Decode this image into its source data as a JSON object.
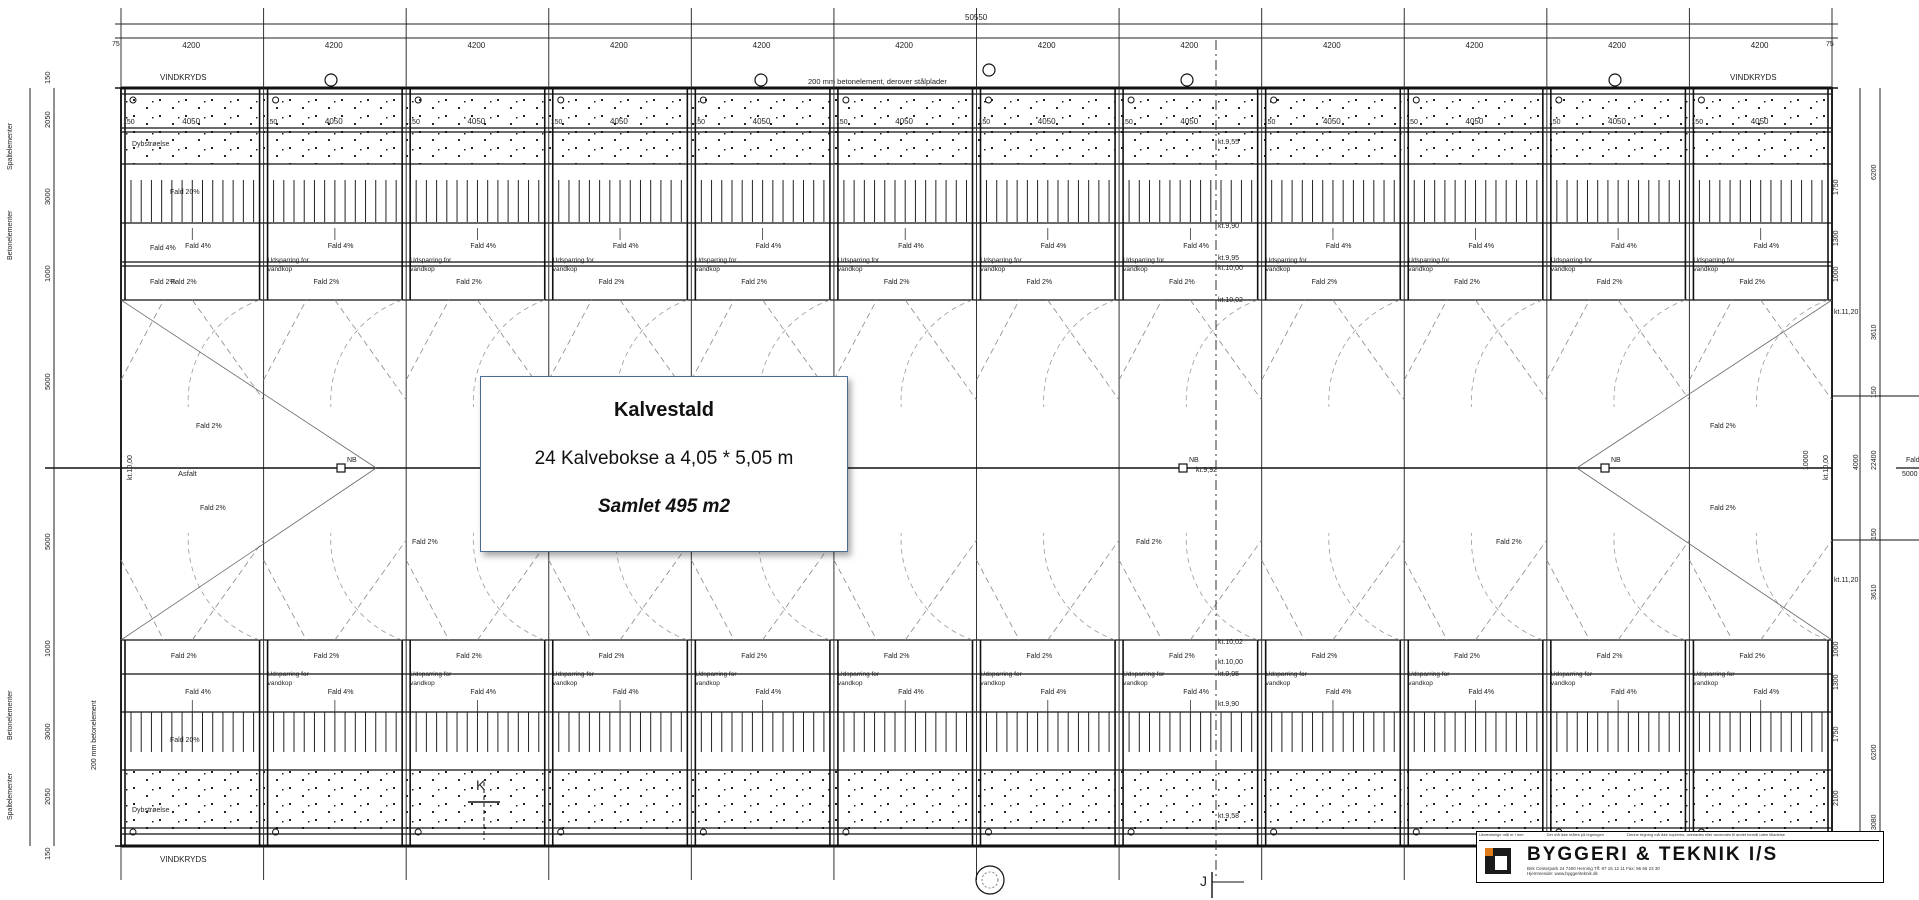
{
  "drawing": {
    "total_dimension": "50550",
    "edge_dimension": "75",
    "bay_dimension": "4200",
    "box_dimension": "4050",
    "post_dimension": "150",
    "wind_brace_label": "VINDKRYDS",
    "top_element_note": "200 mm betonelement, derover stålplader",
    "left_dims": [
      "150",
      "2050",
      "3000",
      "1000",
      "5000",
      "5000",
      "1000",
      "3000",
      "2050",
      "150"
    ],
    "left_labels": [
      "Spaltelementer",
      "Betonelementer",
      "200 mm betonelement",
      "Betonelementer",
      "Spaltelementer"
    ],
    "right_dims": [
      "6200",
      "1750",
      "1300",
      "1000",
      "3610",
      "150",
      "4000",
      "22400",
      "10000",
      "150",
      "3610",
      "1000",
      "1300",
      "1750",
      "2100",
      "6200",
      "3080"
    ],
    "fall_4": "Fald 4%",
    "fall_2": "Fald 2%",
    "fall_20": "Fald 20%",
    "water_cup_label": "Udsparring for vandkop",
    "dyb_label": "Dybstrøelse",
    "asphalt_label": "Asfalt",
    "nb_label": "NB",
    "right_note": "Fald",
    "right_value": "5000",
    "elevations_top": [
      "kt.9,55",
      "kt.9,90",
      "kt.9,95",
      "kt.10,00",
      "kt.10,02"
    ],
    "elevations_bottom": [
      "kt.10,02",
      "kt.10,00",
      "kt.9,95",
      "kt.9,90",
      "kt.9,58"
    ],
    "elevations_mid": [
      "kt.9,92",
      "kt.10,00",
      "kt.10,00",
      "kt.11,20",
      "kt.11,20"
    ],
    "section_marker_k": "K",
    "section_marker_j": "J"
  },
  "callout": {
    "title": "Kalvestald",
    "line": "24 Kalvebokse a 4,05 * 5,05 m",
    "area": "Samlet 495 m2"
  },
  "title_block": {
    "company": "BYGGERI & TEKNIK I/S",
    "header_notes": [
      "Ukrænkelige mål er i mm",
      "Der må ikke måles på tegningen",
      "Denne tegning må ikke kopieres, overlades eller anvendes til andet formål uden tilladelse"
    ],
    "address_line": "Birk Centerpark 24  7400 Herning   Tlf: 97 15 12 11   Fax: 96 66 23 30",
    "web_line": "Hjemmeside: www.byggeriteknik.dk",
    "logo_colors": {
      "dark": "#1a1a1a",
      "accent": "#e07b1a",
      "green": "#2e7d32"
    }
  }
}
